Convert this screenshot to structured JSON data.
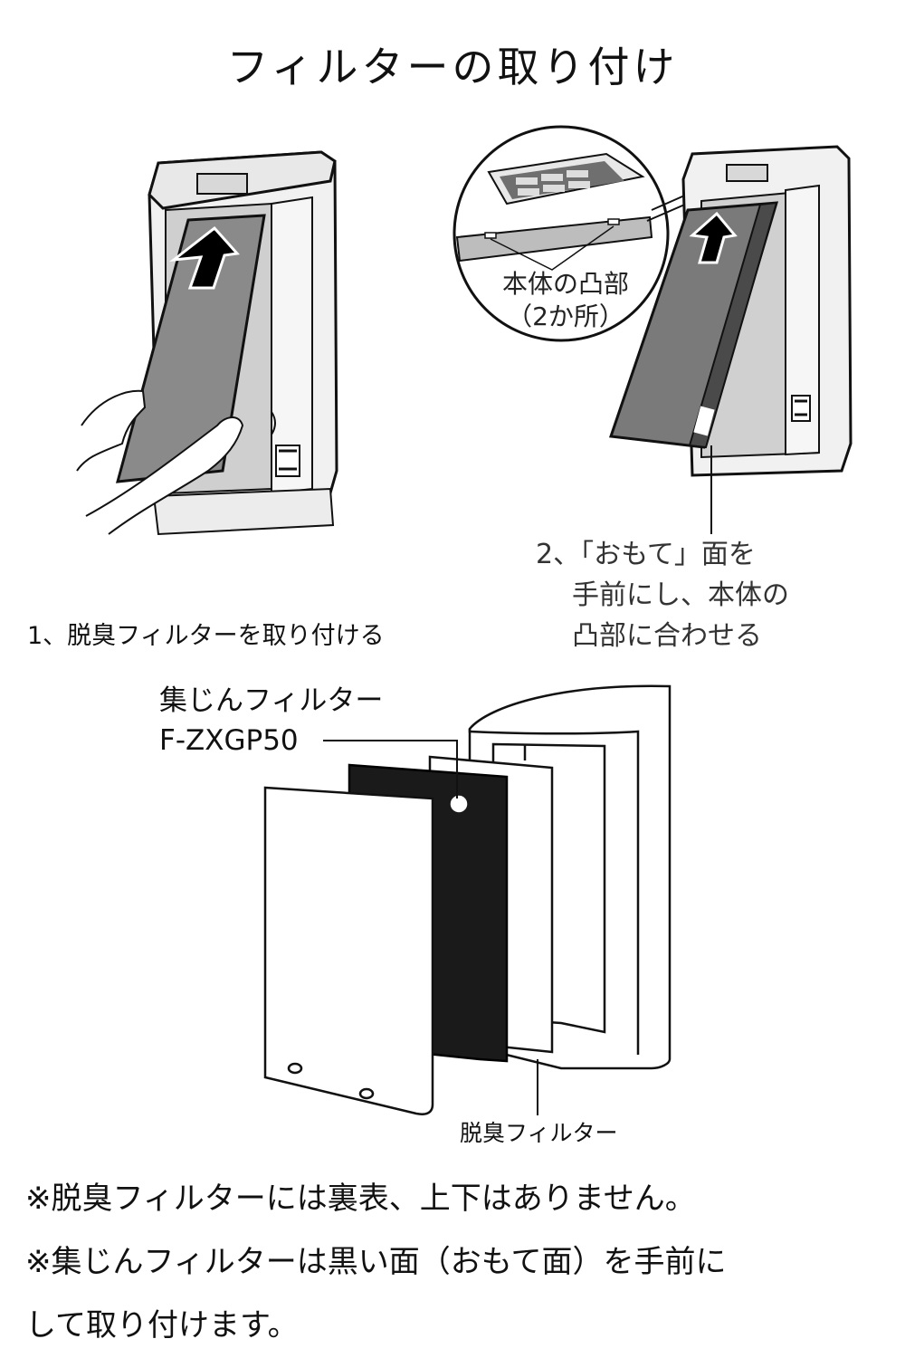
{
  "title": "フィルターの取り付け",
  "step1": {
    "label": "1、脱臭フィルターを取り付ける"
  },
  "step2": {
    "line1": "2、「おもて」面を",
    "line2": "手前にし、本体の",
    "line3": "凸部に合わせる"
  },
  "callout": {
    "line1": "本体の凸部",
    "line2": "（2か所）"
  },
  "exploded_view": {
    "dust_filter_name": "集じんフィルター",
    "dust_filter_model": "F-ZXGP50",
    "deodorizing_filter_name": "脱臭フィルター"
  },
  "notes": [
    "※脱臭フィルターには裏表、上下はありません。",
    "※集じんフィルターは黒い面（おもて面）を手前に",
    "して取り付けます。"
  ],
  "colors": {
    "filter_gray": "#8a8a8a",
    "dust_filter_black": "#1a1a1a",
    "body_light": "#e6e6e6"
  }
}
